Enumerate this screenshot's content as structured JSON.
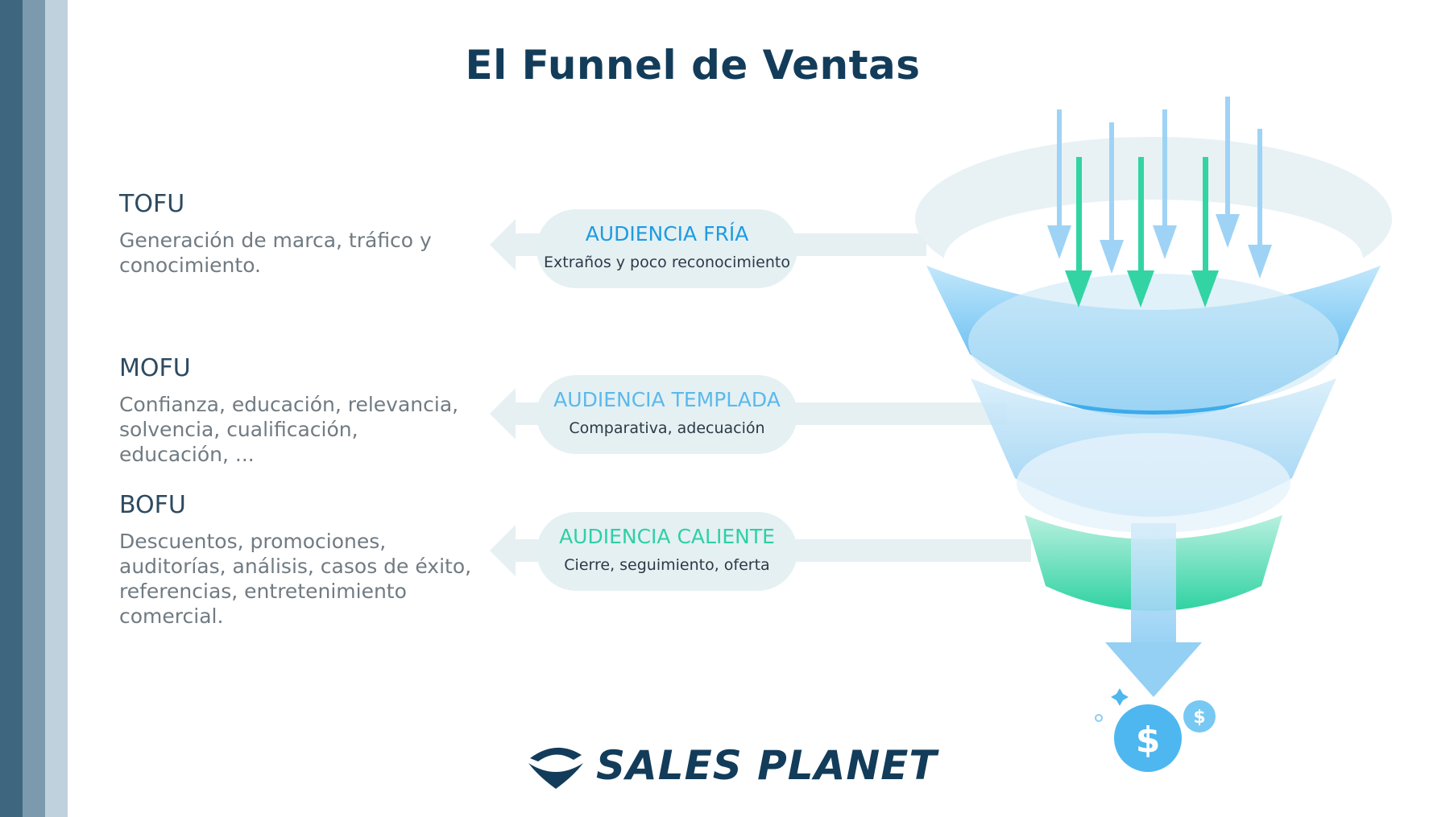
{
  "title": "El Funnel de Ventas",
  "stages": [
    {
      "label": "TOFU",
      "description": "Generación de marca, tráfico y conocimiento.",
      "audience_title": "AUDIENCIA FRÍA",
      "audience_subtitle": "Extraños y poco reconocimiento",
      "audience_color": "#1e9be0"
    },
    {
      "label": "MOFU",
      "description": "Confianza, educación, relevancia, solvencia, cualificación, educación, ...",
      "audience_title": "AUDIENCIA TEMPLADA",
      "audience_subtitle": "Comparativa, adecuación",
      "audience_color": "#5bb9ec"
    },
    {
      "label": "BOFU",
      "description": "Descuentos, promociones, auditorías, análisis, casos de éxito, referencias, entretenimiento comercial.",
      "audience_title": "AUDIENCIA CALIENTE",
      "audience_subtitle": "Cierre, seguimiento, oferta",
      "audience_color": "#2ed0a6"
    }
  ],
  "coin_symbol": "$",
  "logo": {
    "text": "SALES PLANET",
    "icon": "planet-ring-icon"
  },
  "colors": {
    "title": "#123c5a",
    "stripe_dark": "#3f667f",
    "stripe_mid": "#7b9aae",
    "stripe_light": "#bfd1dc",
    "funnel_blue": "#2da7ec",
    "funnel_green": "#2fd3a4",
    "arrow_light": "#9fd3f5",
    "arrow_green": "#33d4a3",
    "pill_bg": "#e5f0f3"
  }
}
